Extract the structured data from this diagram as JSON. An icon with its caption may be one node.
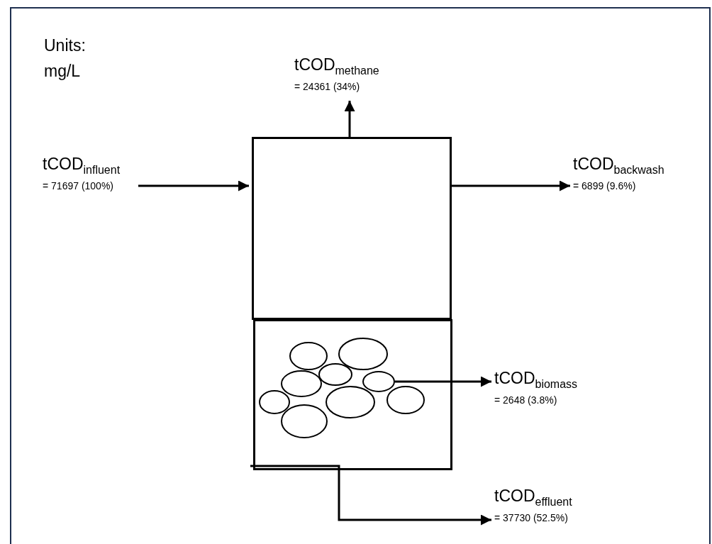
{
  "diagram": {
    "nodes": [
      {
        "text": [
          "tCOD$_{methane}$",
          "= 24361 (34%)"
        ]
      },
      {
        "text": [
          "tCOD$_{influent}$",
          "= 71697 (100%)"
        ]
      },
      {
        "text": [],
        "shape": "box"
      },
      {
        "text": [
          "tCOD$_{backwash}$",
          "= 6899 (9.6%)"
        ]
      },
      {
        "text": [],
        "shape": "box"
      },
      {
        "text": [],
        "shape": "circle",
        "in": 4
      },
      {
        "text": [
          "tCOD$_{biomass}$",
          "= 2648 (3.8%)"
        ]
      },
      {
        "text": [
          "tCOD$_{effluent}$",
          "= 37730 (52.5%)"
        ]
      }
    ],
    "edges": [
      {
        "from": 1,
        "to": 2,
        "arrow": "to"
      },
      {
        "from": 2,
        "to": 0,
        "arrow": "to"
      },
      {
        "from": 2,
        "to": 3,
        "arrow": "to"
      },
      {
        "from": 5,
        "to": 6,
        "arrow": "to"
      },
      {
        "from": 4,
        "to": 7,
        "arrow": "to"
      }
    ],
    "labels": [
      "Units: mg/L"
    ]
  }
}
